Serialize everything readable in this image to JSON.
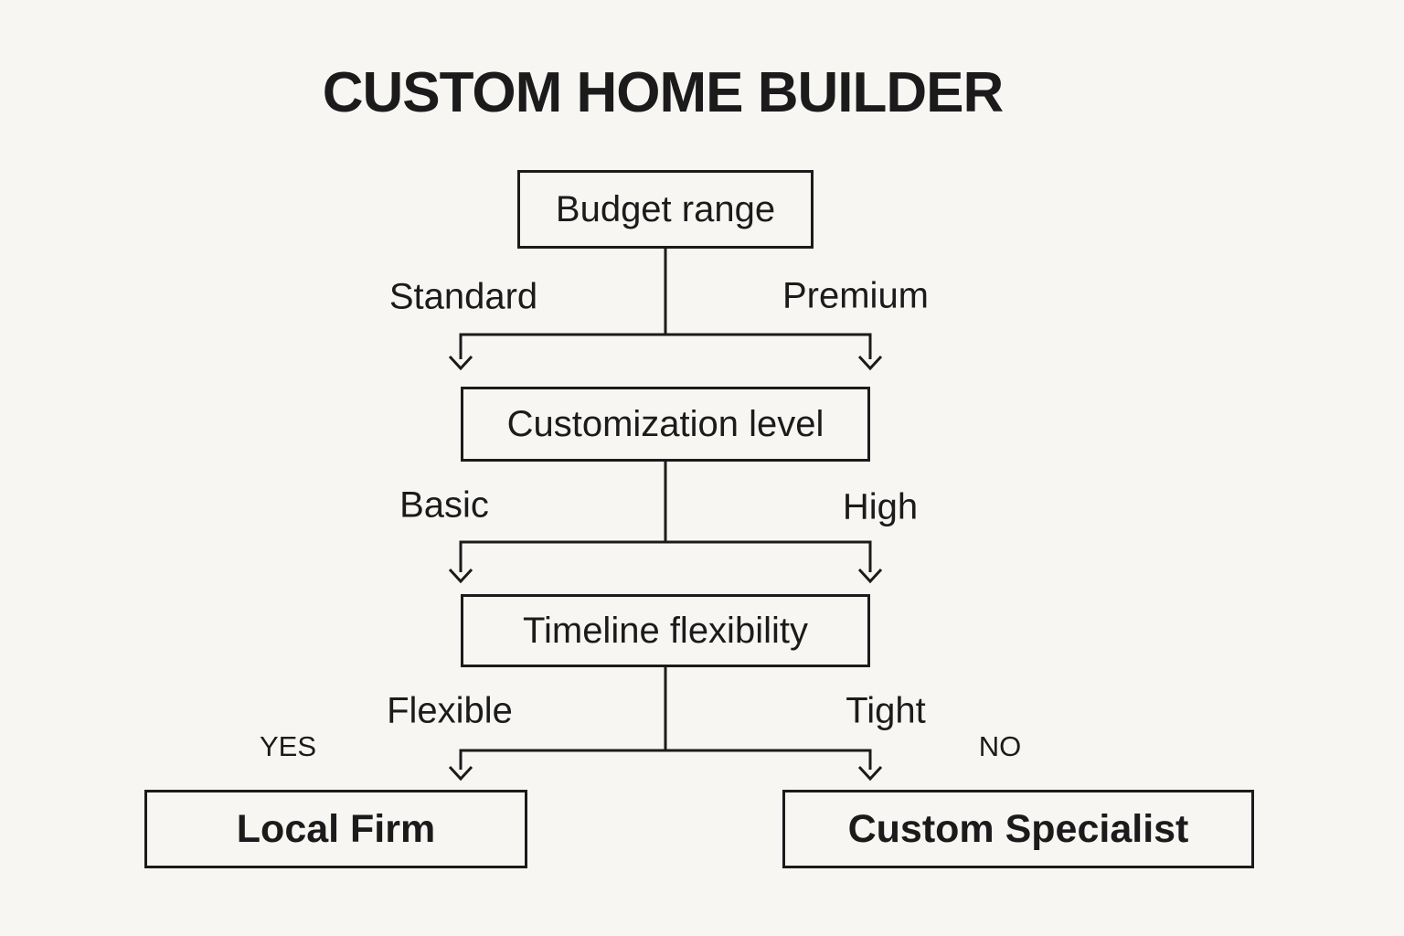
{
  "title": "CUSTOM HOME BUILDER",
  "colors": {
    "background": "#f7f6f3",
    "ink": "#1b1b1b"
  },
  "flowchart": {
    "decisions": [
      {
        "label": "Budget range",
        "left_branch": "Standard",
        "right_branch": "Premium"
      },
      {
        "label": "Customization level",
        "left_branch": "Basic",
        "right_branch": "High"
      },
      {
        "label": "Timeline flexibility",
        "left_branch": "Flexible",
        "right_branch": "Tight"
      }
    ],
    "annotations": {
      "yes": "YES",
      "no": "NO"
    },
    "outcomes": [
      {
        "label": "Local Firm"
      },
      {
        "label": "Custom Specialist"
      }
    ]
  }
}
